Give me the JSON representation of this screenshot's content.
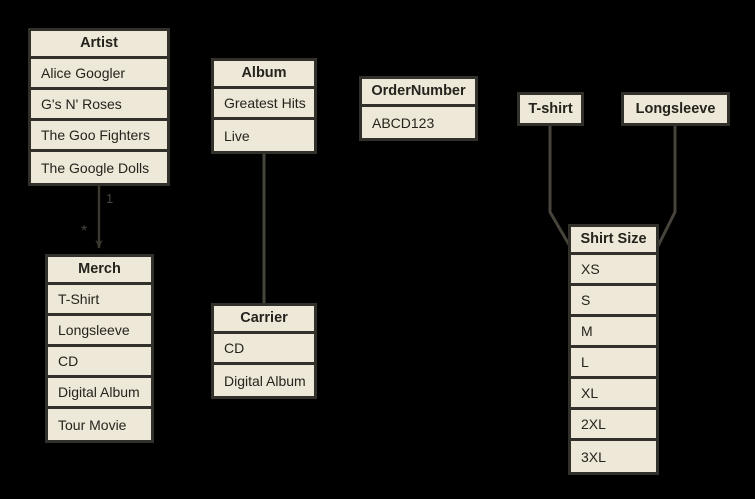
{
  "diagram": {
    "type": "entity-relationship-diagram",
    "background_color": "#000000",
    "box_fill_color": "#ede8d7",
    "box_border_color": "#32302a",
    "text_color": "#25231d",
    "edge_color": "#47443c"
  },
  "entities": {
    "artist": {
      "title": "Artist",
      "items": [
        "Alice Googler",
        "G's N' Roses",
        "The Goo Fighters",
        "The Google Dolls"
      ]
    },
    "album": {
      "title": "Album",
      "items": [
        "Greatest Hits",
        "Live"
      ]
    },
    "order_number": {
      "title": "OrderNumber",
      "items": [
        "ABCD123"
      ]
    },
    "tshirt": {
      "title": "T-shirt",
      "items": []
    },
    "longsleeve": {
      "title": "Longsleeve",
      "items": []
    },
    "merch": {
      "title": "Merch",
      "items": [
        "T-Shirt",
        "Longsleeve",
        "CD",
        "Digital Album",
        "Tour Movie"
      ]
    },
    "carrier": {
      "title": "Carrier",
      "items": [
        "CD",
        "Digital Album"
      ]
    },
    "shirt_size": {
      "title": "Shirt Size",
      "items": [
        "XS",
        "S",
        "M",
        "L",
        "XL",
        "2XL",
        "3XL"
      ]
    }
  },
  "edges": {
    "artist_to_merch": {
      "source_multiplicity": "1",
      "target_multiplicity": "*"
    }
  }
}
